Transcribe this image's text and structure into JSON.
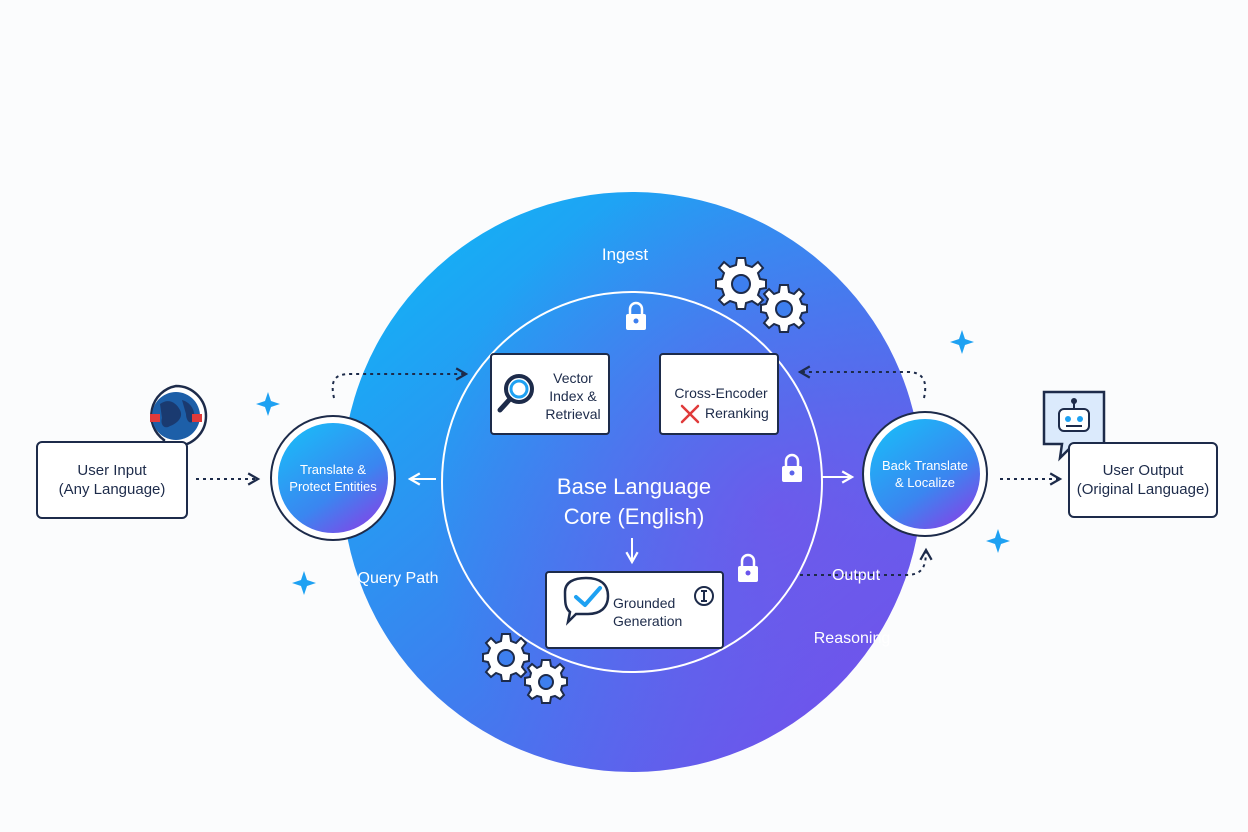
{
  "colors": {
    "circle_start": "#16aef5",
    "circle_mid": "#3d7fef",
    "circle_end": "#7d4ae8",
    "ink": "#1d2b4a",
    "accent": "#1ea1f2",
    "error": "#e03a3a"
  },
  "input": {
    "line1": "User Input",
    "line2": "(Any Language)",
    "icon": "globe-chat-icon"
  },
  "output": {
    "line1": "User Output",
    "line2": "(Original Language)",
    "icon": "robot-chat-icon"
  },
  "translate_node": {
    "line1": "Translate &",
    "line2": "Protect Entities"
  },
  "back_node": {
    "line1": "Back Translate",
    "line2": "& Localize"
  },
  "core": {
    "line1": "Base Language",
    "line2": "Core (English)"
  },
  "labels": {
    "ingest": "Ingest",
    "query_path": "Query Path",
    "output": "Output",
    "reasoning": "Reasoning"
  },
  "vector_box": {
    "line1": "Vector",
    "line2": "Index &",
    "line3": "Retrieval",
    "icon": "magnifier-icon"
  },
  "rerank_box": {
    "line1": "Cross-Encoder",
    "line2": "Reranking",
    "icon": "x-mark-icon"
  },
  "grounded_box": {
    "line1": "Grounded",
    "line2": "Generation",
    "icon": "chat-check-icon"
  }
}
